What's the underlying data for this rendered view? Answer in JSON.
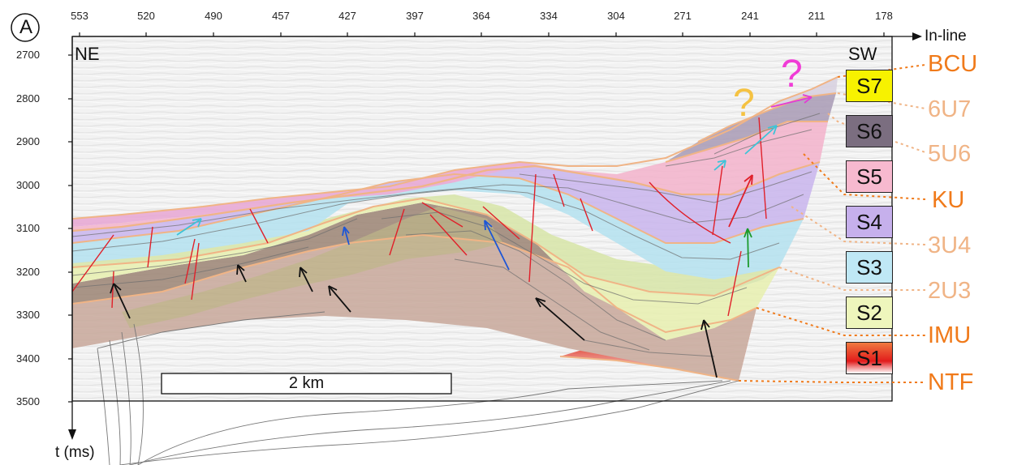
{
  "panel_label": "A",
  "top_axis": {
    "title": "In-line",
    "ticks": [
      "553",
      "520",
      "490",
      "457",
      "427",
      "397",
      "364",
      "334",
      "304",
      "271",
      "241",
      "211",
      "178"
    ]
  },
  "left_axis": {
    "title": "t (ms)",
    "ticks": [
      "2700",
      "2800",
      "2900",
      "3000",
      "3100",
      "3200",
      "3300",
      "3400",
      "3500"
    ]
  },
  "corner_labels": {
    "left": "NE",
    "right": "SW"
  },
  "scale_bar": {
    "label": "2 km"
  },
  "question_marks": [
    {
      "text": "?",
      "color": "#f5c242"
    },
    {
      "text": "?",
      "color": "#f03cd6"
    }
  ],
  "units": [
    {
      "label": "S7",
      "color": "#f7f200"
    },
    {
      "label": "S6",
      "color": "#7b6e80"
    },
    {
      "label": "S5",
      "color": "#f7b9cf"
    },
    {
      "label": "S4",
      "color": "#c6b0ec"
    },
    {
      "label": "S3",
      "color": "#bfe8f5"
    },
    {
      "label": "S2",
      "color": "#eef6bc"
    },
    {
      "label": "S1",
      "color": "#e84a2a"
    }
  ],
  "surfaces": [
    {
      "label": "BCU",
      "color": "#f07a1a"
    },
    {
      "label": "6U7",
      "color": "#f0b486"
    },
    {
      "label": "5U6",
      "color": "#f0b486"
    },
    {
      "label": "KU",
      "color": "#f07a1a"
    },
    {
      "label": "3U4",
      "color": "#f0b486"
    },
    {
      "label": "2U3",
      "color": "#f0b486"
    },
    {
      "label": "IMU",
      "color": "#f07a1a"
    },
    {
      "label": "NTF",
      "color": "#f07a1a"
    }
  ]
}
